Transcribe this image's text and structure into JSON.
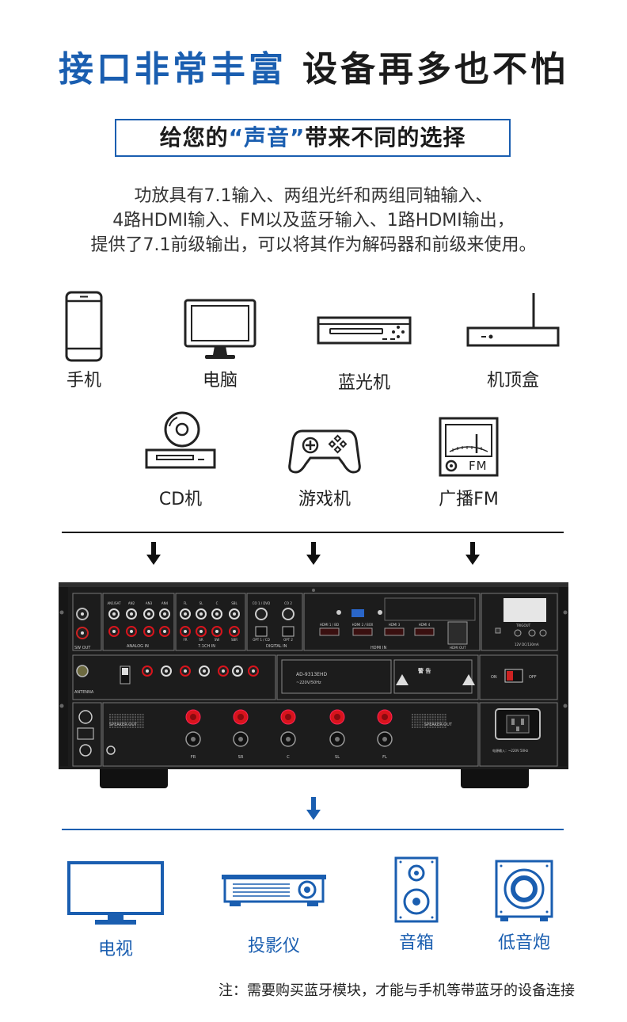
{
  "header": {
    "title_blue": "接口非常丰富",
    "title_black": "设备再多也不怕"
  },
  "subtitle": {
    "prefix": "给您的",
    "highlight": "“声音”",
    "suffix": "带来不同的选择"
  },
  "description": {
    "lines": [
      "功放具有7.1输入、两组光纤和两组同轴输入、",
      "4路HDMI输入、FM以及蓝牙输入、1路HDMI输出，",
      "提供了7.1前级输出，可以将其作为解码器和前级来使用。"
    ]
  },
  "input_devices": [
    {
      "label": "手机",
      "icon": "phone-icon"
    },
    {
      "label": "电脑",
      "icon": "monitor-icon"
    },
    {
      "label": "蓝光机",
      "icon": "bluray-player-icon"
    },
    {
      "label": "机顶盒",
      "icon": "set-top-box-icon"
    },
    {
      "label": "CD机",
      "icon": "cd-player-icon"
    },
    {
      "label": "游戏机",
      "icon": "gamepad-icon"
    },
    {
      "label": "广播FM",
      "icon": "fm-radio-icon",
      "icon_text": "FM"
    }
  ],
  "amplifier": {
    "bt_label": "",
    "section_labels": {
      "analog_in": "ANALOG IN",
      "inputs_71": "7.1CH IN",
      "digital_in": "DIGITAL IN",
      "hdmi_in": "HDMI IN",
      "hdmi_out": "HDMI OUT",
      "speaker_out": "SPEAKER OUT",
      "sw_out": "SW OUT",
      "antenna": "ANTENNA",
      "warning": "警 告"
    },
    "analog_cols": [
      "AN1/SAT",
      "AN2",
      "AN3",
      "AN4"
    ],
    "ch71_cols": [
      "FL",
      "SL",
      "C",
      "SBL"
    ],
    "ch71_cols_bottom": [
      "FR",
      "SR",
      "SW",
      "SBR"
    ],
    "digital_cols": [
      "CO 1 / DVD",
      "CO 2"
    ],
    "digital_opt": [
      "OPT 1 / CD",
      "OPT 2"
    ],
    "hdmi_ports": [
      "HDMI 1 / BD",
      "HDMI 2 / BOX",
      "HDMI 3",
      "HDMI 4"
    ],
    "speaker_terms": [
      "FR",
      "SR",
      "C",
      "SL",
      "FL"
    ],
    "model": "AD-9313EHD",
    "voltage": "~220V/50Hz",
    "power_input": "电源输入：~220V 50Hz",
    "trig_out": "TRIGOUT",
    "trig_spec": "12V DC/130mA",
    "on": "ON",
    "off": "OFF"
  },
  "output_devices": [
    {
      "label": "电视",
      "icon": "tv-icon"
    },
    {
      "label": "投影仪",
      "icon": "projector-icon"
    },
    {
      "label": "音箱",
      "icon": "speaker-icon"
    },
    {
      "label": "低音炮",
      "icon": "subwoofer-icon"
    }
  ],
  "colors": {
    "accent": "#1a5eb0",
    "text": "#222222",
    "panel": "#1c1c1c",
    "red_terminal": "#d8141c"
  },
  "note": "注：需要购买蓝牙模块，才能与手机等带蓝牙的设备连接"
}
